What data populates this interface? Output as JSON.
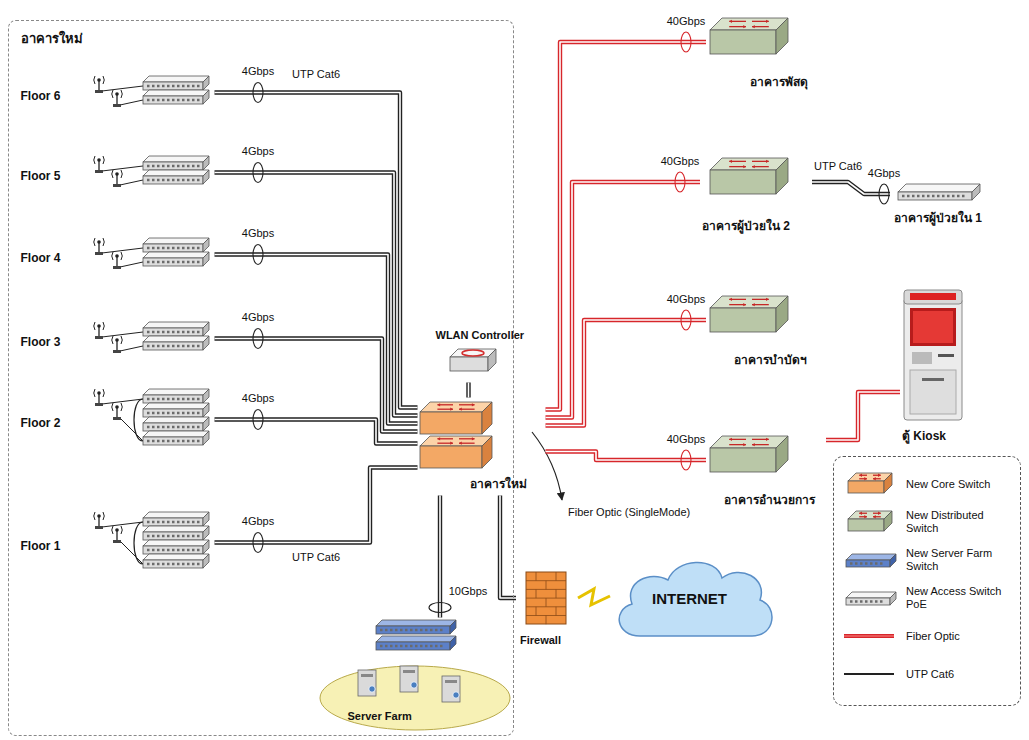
{
  "diagram": {
    "nodes": [
      {
        "text": [
          "อาคารใหม่"
        ]
      },
      {
        "text": [
          "Floor 6"
        ],
        "in": 0
      },
      {
        "text": [
          "Floor 5"
        ],
        "in": 0
      },
      {
        "text": [
          "Floor 4"
        ],
        "in": 0
      },
      {
        "text": [
          "Floor 3"
        ],
        "in": 0
      },
      {
        "text": [
          "Floor 2"
        ],
        "in": 0
      },
      {
        "text": [
          "Floor 1"
        ],
        "in": 0
      },
      {
        "text": [
          "WLAN Controller"
        ],
        "in": 0
      },
      {
        "text": [
          "อาคารใหม่"
        ],
        "in": 0
      },
      {
        "text": [
          "Server Farm"
        ],
        "in": 0
      },
      {
        "text": [
          "Firewall"
        ]
      },
      {
        "text": [
          "INTERNET"
        ]
      },
      {
        "text": [
          "อาคารพัสดุ"
        ]
      },
      {
        "text": [
          "อาคารผู้ป่วยใน 2"
        ]
      },
      {
        "text": [
          "อาคารผู้ป่วยใน 1"
        ]
      },
      {
        "text": [
          "อาคารบำบัดฯ"
        ]
      },
      {
        "text": [
          "อาคารอำนวยการ"
        ]
      },
      {
        "text": [
          "ตู้ Kiosk"
        ]
      }
    ],
    "edges": [
      {
        "from": 1,
        "to": 8,
        "label": "4Gbps",
        "arrow": "none"
      },
      {
        "from": 2,
        "to": 8,
        "label": "4Gbps",
        "arrow": "none"
      },
      {
        "from": 3,
        "to": 8,
        "label": "4Gbps",
        "arrow": "none"
      },
      {
        "from": 4,
        "to": 8,
        "label": "4Gbps",
        "arrow": "none"
      },
      {
        "from": 5,
        "to": 8,
        "label": "4Gbps",
        "arrow": "none"
      },
      {
        "from": 6,
        "to": 8,
        "label": "4Gbps",
        "arrow": "none"
      },
      {
        "from": 8,
        "to": 7,
        "arrow": "none"
      },
      {
        "from": 8,
        "to": 12,
        "label": "40Gbps",
        "arrow": "none"
      },
      {
        "from": 8,
        "to": 13,
        "label": "40Gbps",
        "arrow": "none"
      },
      {
        "from": 8,
        "to": 15,
        "label": "40Gbps",
        "arrow": "none"
      },
      {
        "from": 8,
        "to": 16,
        "label": "40Gbps",
        "arrow": "none"
      },
      {
        "from": 13,
        "to": 14,
        "label": "4Gbps",
        "arrow": "none"
      },
      {
        "from": 16,
        "to": 17,
        "arrow": "none"
      },
      {
        "from": 8,
        "to": 9,
        "label": "10Gbps",
        "arrow": "none"
      },
      {
        "from": 8,
        "to": 10,
        "arrow": "none"
      },
      {
        "from": 10,
        "to": 11,
        "arrow": "none"
      }
    ],
    "labels": [
      "UTP Cat6",
      "UTP Cat6",
      "UTP Cat6",
      "Fiber Optic (SingleMode)"
    ],
    "legend": [
      {
        "text": "New Core Switch"
      },
      {
        "text": "New Distributed Switch"
      },
      {
        "text": "New Server Farm Switch"
      },
      {
        "text": "New Access Switch PoE"
      },
      {
        "text": "Fiber Optic"
      },
      {
        "text": "UTP Cat6"
      }
    ]
  }
}
